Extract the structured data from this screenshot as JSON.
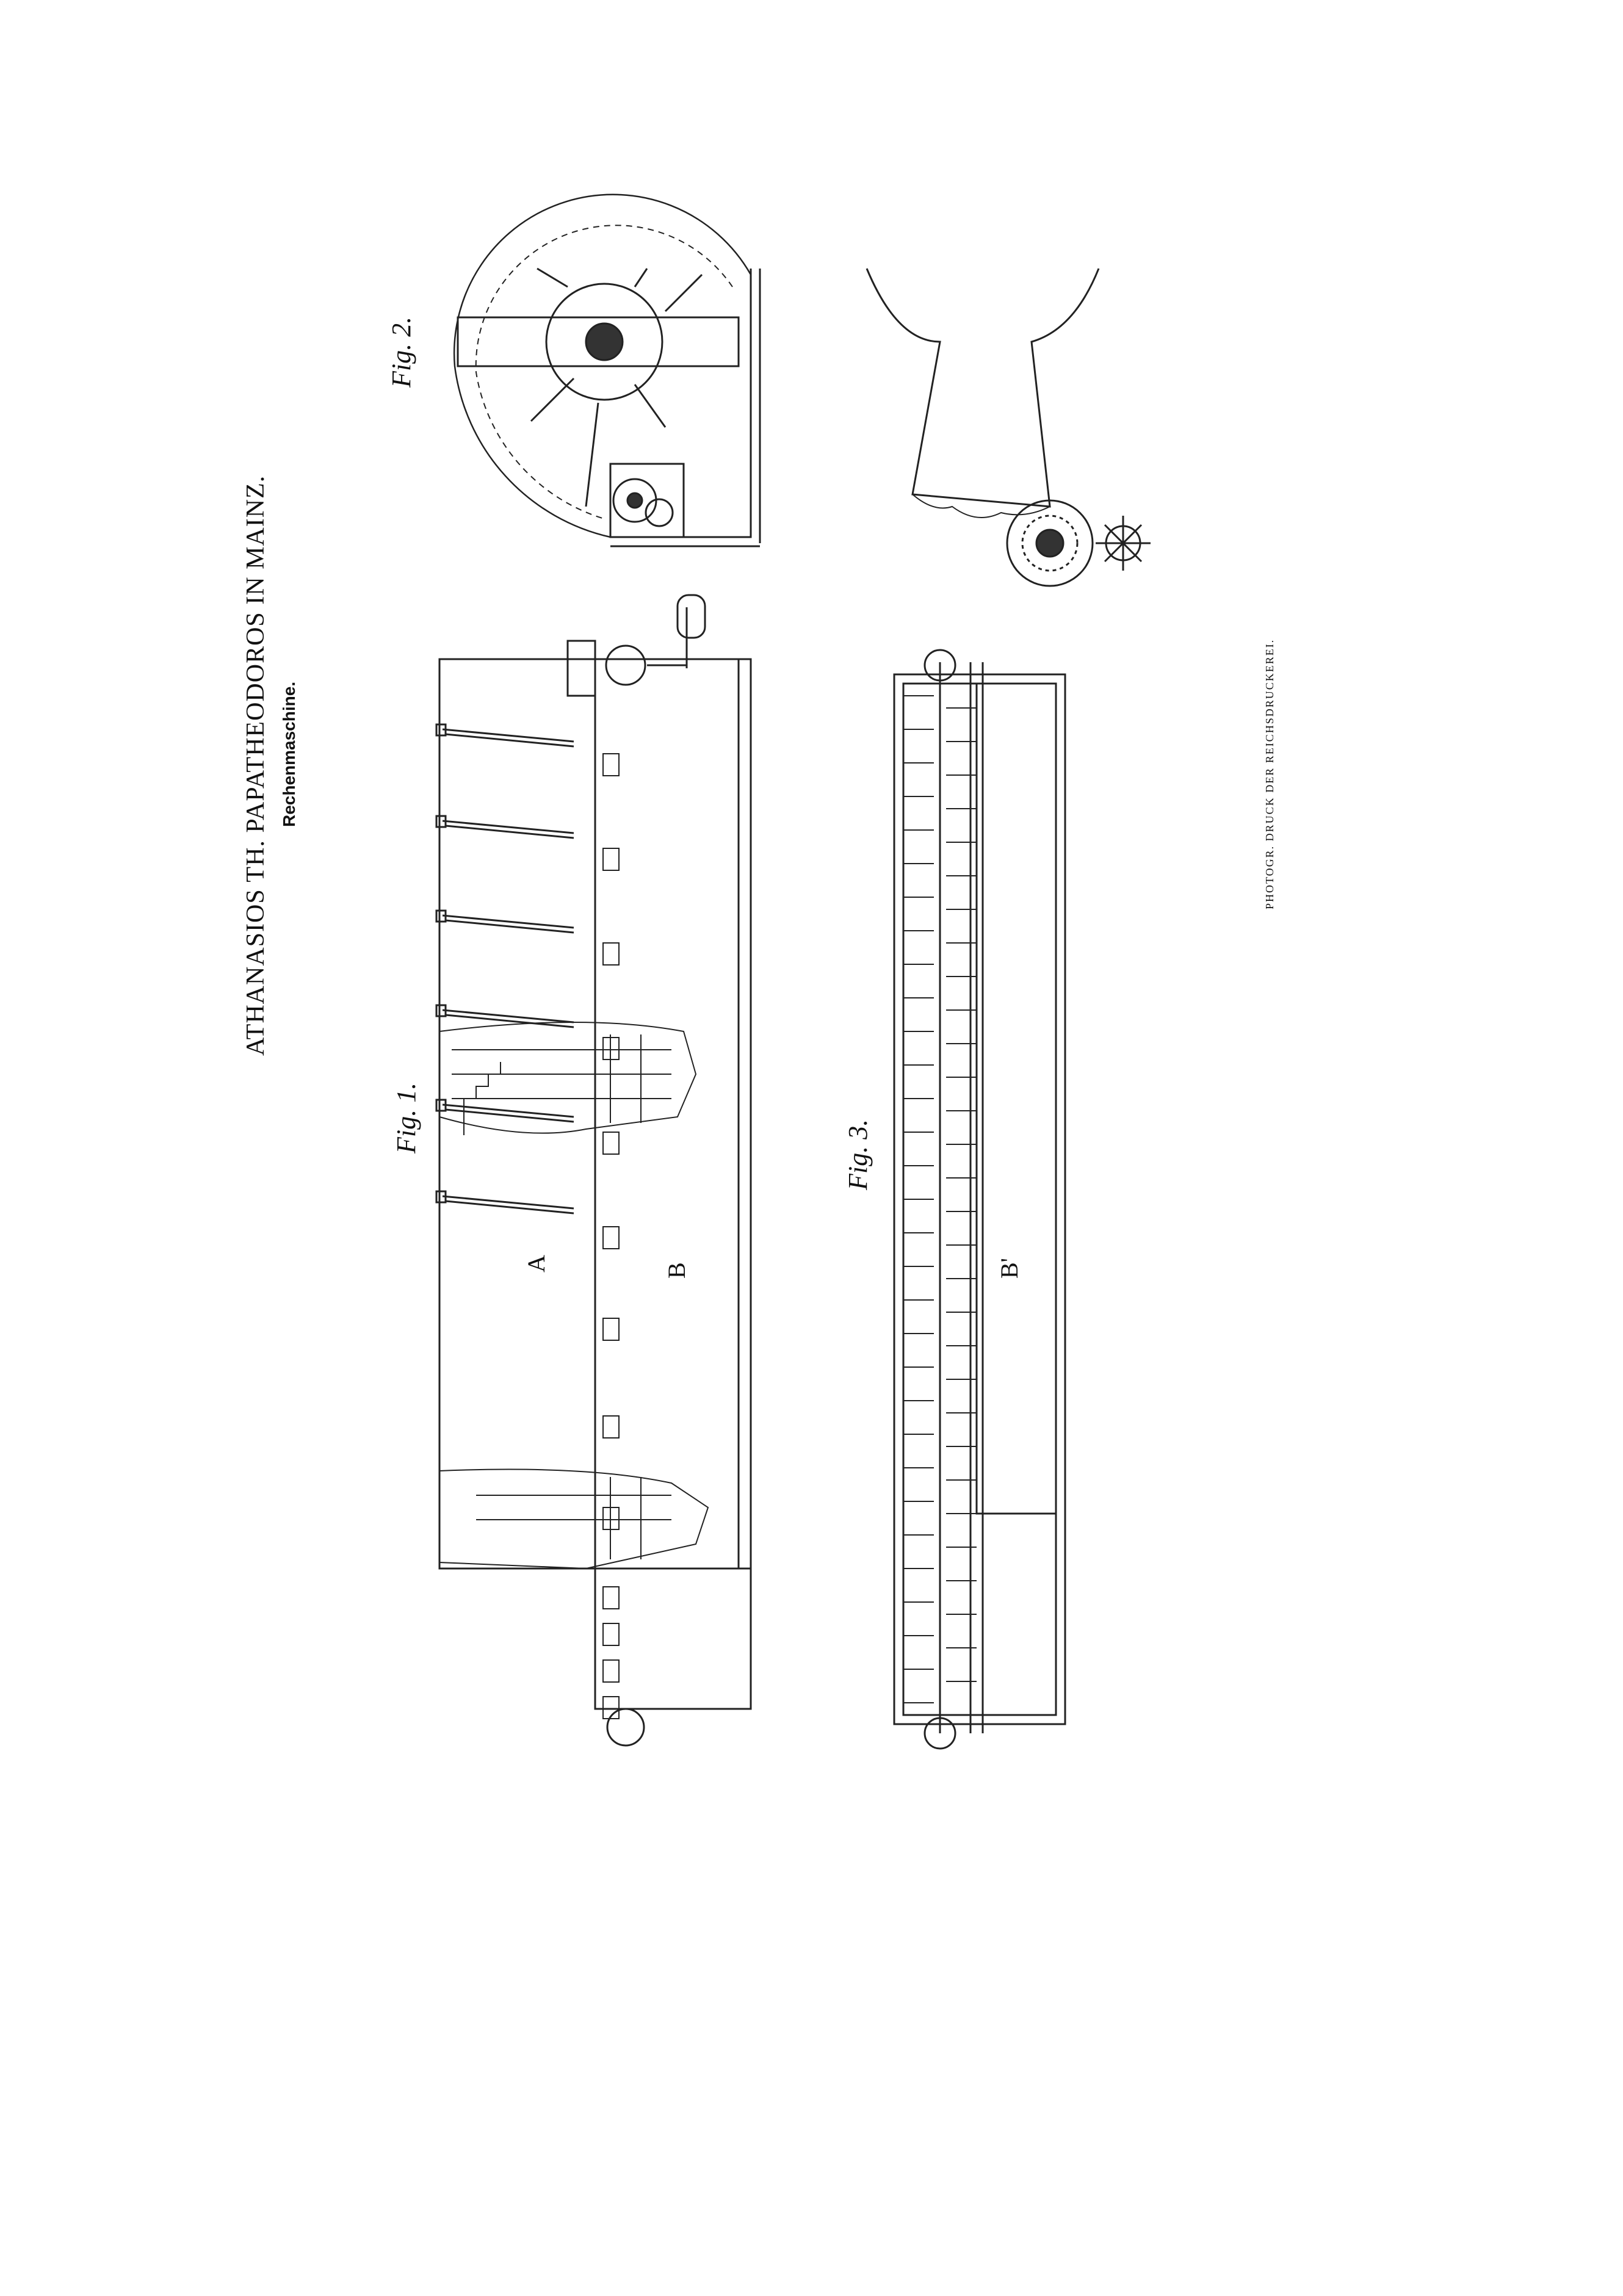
{
  "header": {
    "title": "ATHANASIOS TH. PAPATHEODOROS IN MAINZ.",
    "subtitle": "Rechenmaschine."
  },
  "figures": {
    "fig1": "Fig. 1.",
    "fig2": "Fig. 2.",
    "fig3": "Fig. 3."
  },
  "labels": {
    "A": "A",
    "B": "B",
    "B_prime": "B'"
  },
  "footer": {
    "printer": "PHOTOGR. DRUCK DER REICHSDRUCKEREI."
  }
}
